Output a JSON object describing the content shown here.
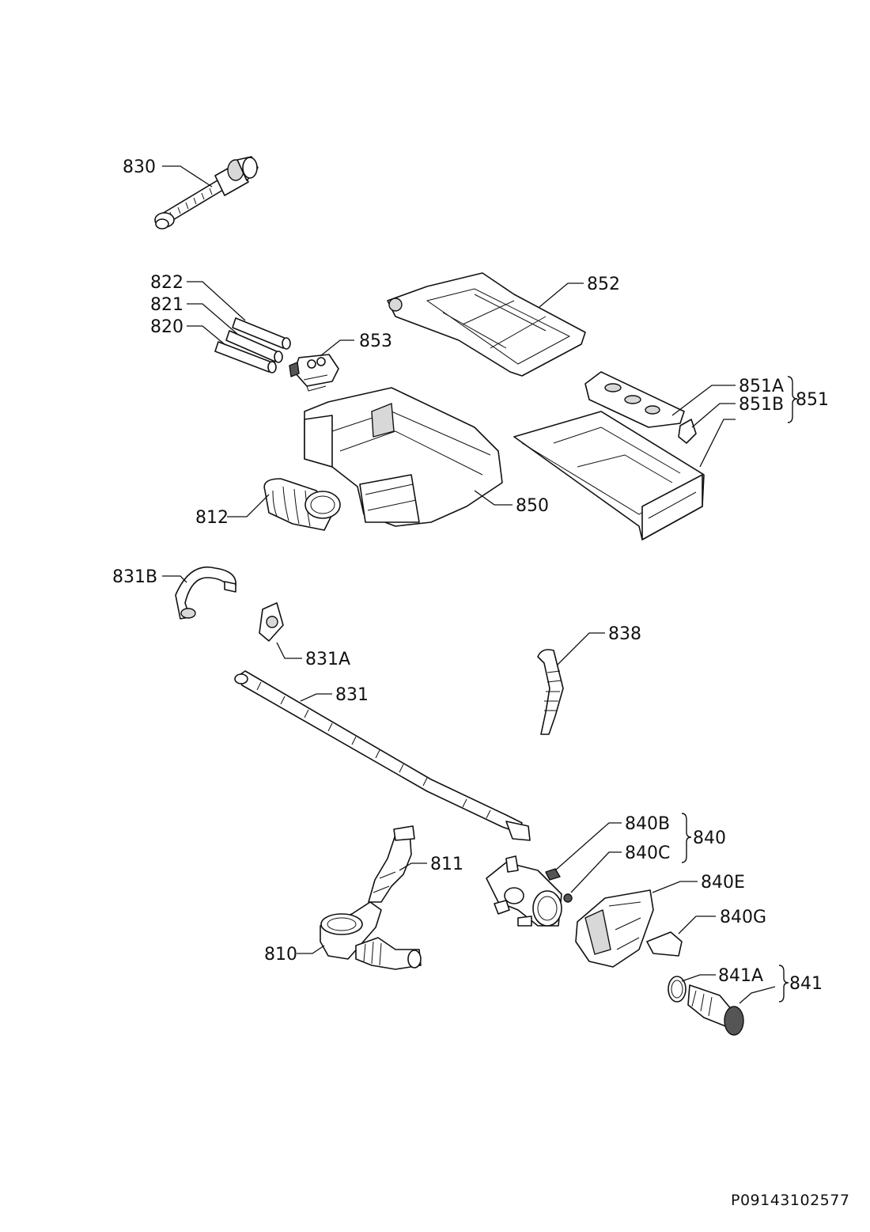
{
  "labels": {
    "p830": "830",
    "p822": "822",
    "p821": "821",
    "p820": "820",
    "p853": "853",
    "p852": "852",
    "p851A": "851A",
    "p851B": "851B",
    "p851": "851",
    "p812": "812",
    "p850": "850",
    "p831B": "831B",
    "p831A": "831A",
    "p838": "838",
    "p831": "831",
    "p840B": "840B",
    "p840C": "840C",
    "p840": "840",
    "p811": "811",
    "p840E": "840E",
    "p840G": "840G",
    "p810": "810",
    "p841A": "841A",
    "p841": "841"
  },
  "doc_ref": "P09143102577"
}
